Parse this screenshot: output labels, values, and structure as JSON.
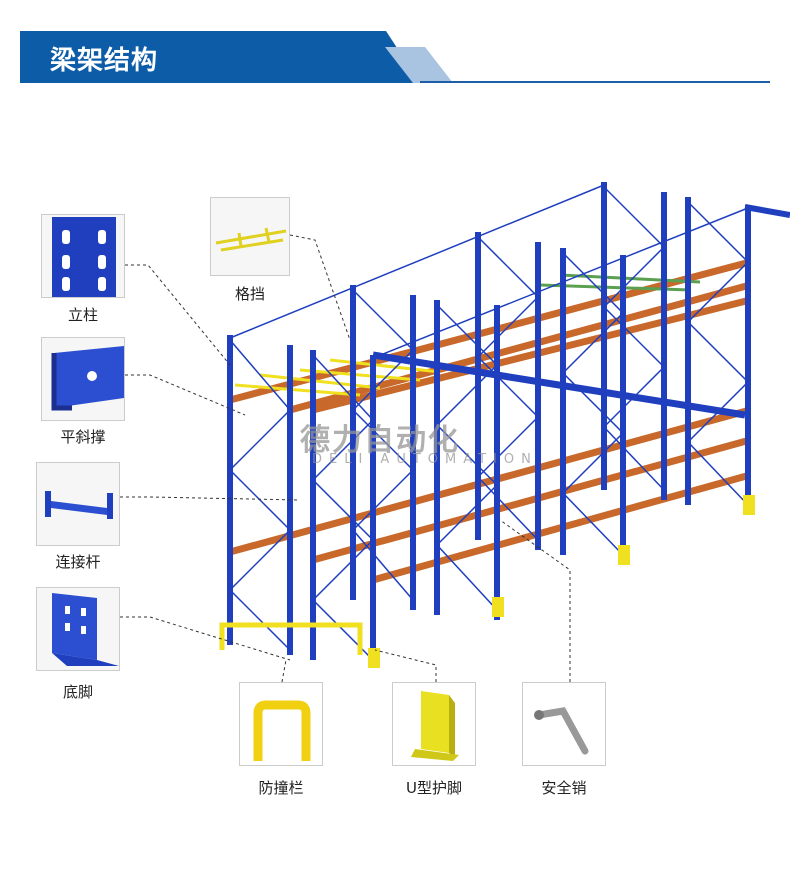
{
  "header": {
    "title": "梁架结构"
  },
  "watermark": {
    "cn": "德力自动化",
    "en": "DELI AUTOMATION"
  },
  "parts": [
    {
      "label": "立柱",
      "icon": "upright-icon"
    },
    {
      "label": "平斜撑",
      "icon": "brace-icon"
    },
    {
      "label": "连接杆",
      "icon": "connector-bar-icon"
    },
    {
      "label": "底脚",
      "icon": "base-plate-icon"
    },
    {
      "label": "格挡",
      "icon": "grid-stop-icon"
    },
    {
      "label": "防撞栏",
      "icon": "guard-rail-icon"
    },
    {
      "label": "U型护脚",
      "icon": "u-protector-icon"
    },
    {
      "label": "安全销",
      "icon": "safety-pin-icon"
    }
  ],
  "colors": {
    "brand": "#0c5ca8",
    "upright": "#1f3fbf",
    "beam": "#c8692b",
    "accent": "#f0e020"
  }
}
